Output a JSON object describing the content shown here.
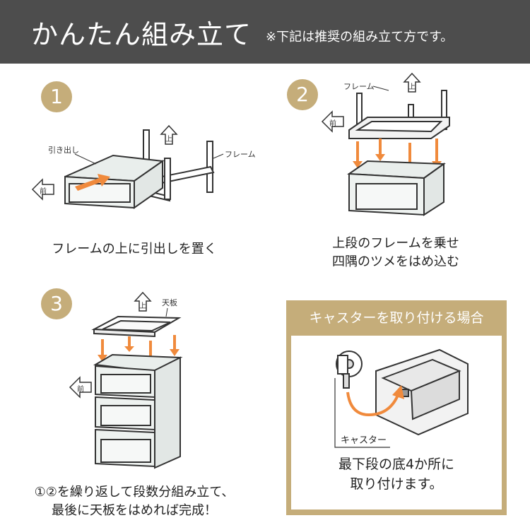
{
  "header": {
    "title": "かんたん組み立て",
    "subtitle": "※下記は推奨の組み立て方です。"
  },
  "steps": [
    {
      "number": "1",
      "labels": {
        "drawer": "引き出し",
        "frame": "フレーム",
        "front": "前",
        "up": "上"
      },
      "caption_lines": [
        "フレームの上に引出しを置く"
      ]
    },
    {
      "number": "2",
      "labels": {
        "frame": "フレーム",
        "front": "前",
        "up": "上"
      },
      "caption_lines": [
        "上段のフレームを乗せ",
        "四隅のツメをはめ込む"
      ]
    },
    {
      "number": "3",
      "labels": {
        "top_board": "天板",
        "front": "前",
        "up": "上"
      },
      "caption_lines": [
        "①②を繰り返して段数分組み立て、",
        "最後に天板をはめれば完成！"
      ]
    }
  ],
  "caster": {
    "title": "キャスターを取り付ける場合",
    "label": "キャスター",
    "caption_lines": [
      "最下段の底4か所に",
      "取り付けます。"
    ]
  },
  "colors": {
    "header_bg": "#4d4d4d",
    "accent_gold": "#c5ad7a",
    "arrow_orange": "#f08a3c"
  }
}
